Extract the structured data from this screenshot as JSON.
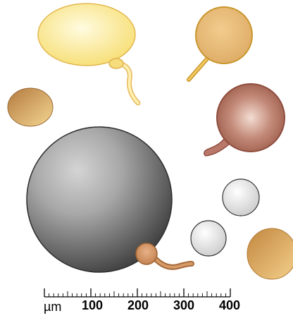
{
  "scale_bar": {
    "unit": "µm",
    "labels": [
      "100",
      "200",
      "300",
      "400"
    ],
    "major_every_ticks": 10
  },
  "cells": [
    {
      "name": "large-oval-flagellated-cell",
      "color": "#f7e27a"
    },
    {
      "name": "tan-tailed-round-cell",
      "color": "#e3b36c"
    },
    {
      "name": "small-brown-disc-cell",
      "color": "#c78f4e"
    },
    {
      "name": "reddish-brown-flask-cell",
      "color": "#b07062"
    },
    {
      "name": "large-grey-sphere-cell",
      "color": "#6e6e6e"
    },
    {
      "name": "small-brown-curled-cell",
      "color": "#c98a5a"
    },
    {
      "name": "small-white-sphere-top",
      "color": "#e6e6e6"
    },
    {
      "name": "small-white-sphere-bottom",
      "color": "#e6e6e6"
    },
    {
      "name": "tan-disc-cell-edge",
      "color": "#d9a55a"
    }
  ]
}
